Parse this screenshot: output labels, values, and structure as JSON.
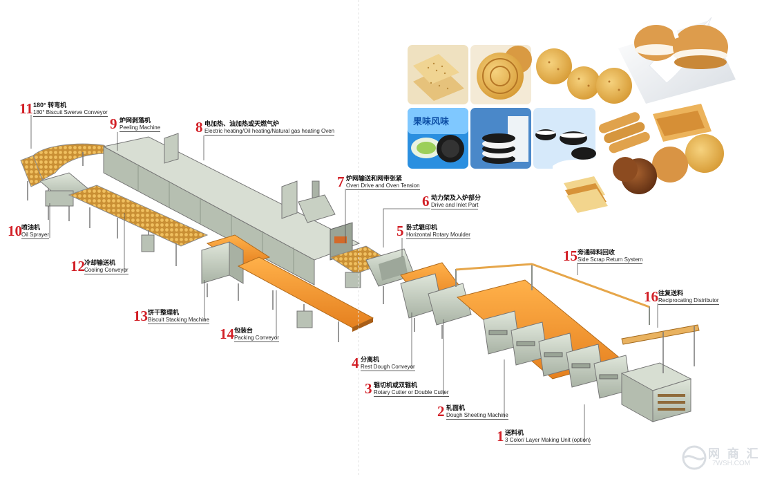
{
  "callouts": [
    {
      "id": "c11",
      "num": "11",
      "cn": "180°  转弯机",
      "en": "180°  Biscuit Swerve Conveyor"
    },
    {
      "id": "c9",
      "num": "9",
      "cn": "炉网剥落机",
      "en": "Peeling Machine"
    },
    {
      "id": "c8",
      "num": "8",
      "cn": "电加热、油加热或天燃气炉",
      "en": "Electric heating/Oil heating/Natural gas heating Oven"
    },
    {
      "id": "c7",
      "num": "7",
      "cn": "炉网输送和网带张紧",
      "en": "Oven Drive and Oven Tension"
    },
    {
      "id": "c6",
      "num": "6",
      "cn": "动力架及入炉部分",
      "en": "Drive and Inlet Part"
    },
    {
      "id": "c5",
      "num": "5",
      "cn": "卧式辊印机",
      "en": "Horizontal Rotary Moulder"
    },
    {
      "id": "c10",
      "num": "10",
      "cn": "喷油机",
      "en": "Oil Sprayer"
    },
    {
      "id": "c12",
      "num": "12",
      "cn": "冷却输送机",
      "en": "Cooling Conveyor"
    },
    {
      "id": "c15",
      "num": "15",
      "cn": "旁通碎料回收",
      "en": "Side Scrap Return System"
    },
    {
      "id": "c16",
      "num": "16",
      "cn": "往复送料",
      "en": "Reciprocating Distributor"
    },
    {
      "id": "c13",
      "num": "13",
      "cn": "饼干整理机",
      "en": "Biscuit Stacking Machine"
    },
    {
      "id": "c14",
      "num": "14",
      "cn": "包装台",
      "en": "Packing Conveyor"
    },
    {
      "id": "c4",
      "num": "4",
      "cn": "分离机",
      "en": "Rest Dough Conveyor"
    },
    {
      "id": "c3",
      "num": "3",
      "cn": "辊切机或双辊机",
      "en": "Rotary Cutter or Double Cutter"
    },
    {
      "id": "c2",
      "num": "2",
      "cn": "轧面机",
      "en": "Dough Sheeting Machine"
    },
    {
      "id": "c1",
      "num": "1",
      "cn": "送料机",
      "en": "3 Color/ Layer Making Unit (option)"
    }
  ],
  "photos": [
    {
      "id": "cracker",
      "label": ""
    },
    {
      "id": "round-biscuit",
      "label": ""
    },
    {
      "id": "cookies",
      "label": ""
    },
    {
      "id": "cream-sandwich-splash",
      "label": ""
    },
    {
      "id": "sandwich-package",
      "label": "果味风味"
    },
    {
      "id": "stacked-sandwich",
      "label": ""
    },
    {
      "id": "oreo-milk",
      "label": ""
    },
    {
      "id": "assorted-biscuits",
      "label": ""
    }
  ],
  "watermark": {
    "cn": "网 商 汇",
    "en": "7WSH.COM"
  },
  "colors": {
    "number": "#d21f26",
    "machine": "#c8d1c3",
    "machine_dark": "#8c978a",
    "belt": "#f2992e",
    "biscuit": "#e3b25a"
  }
}
